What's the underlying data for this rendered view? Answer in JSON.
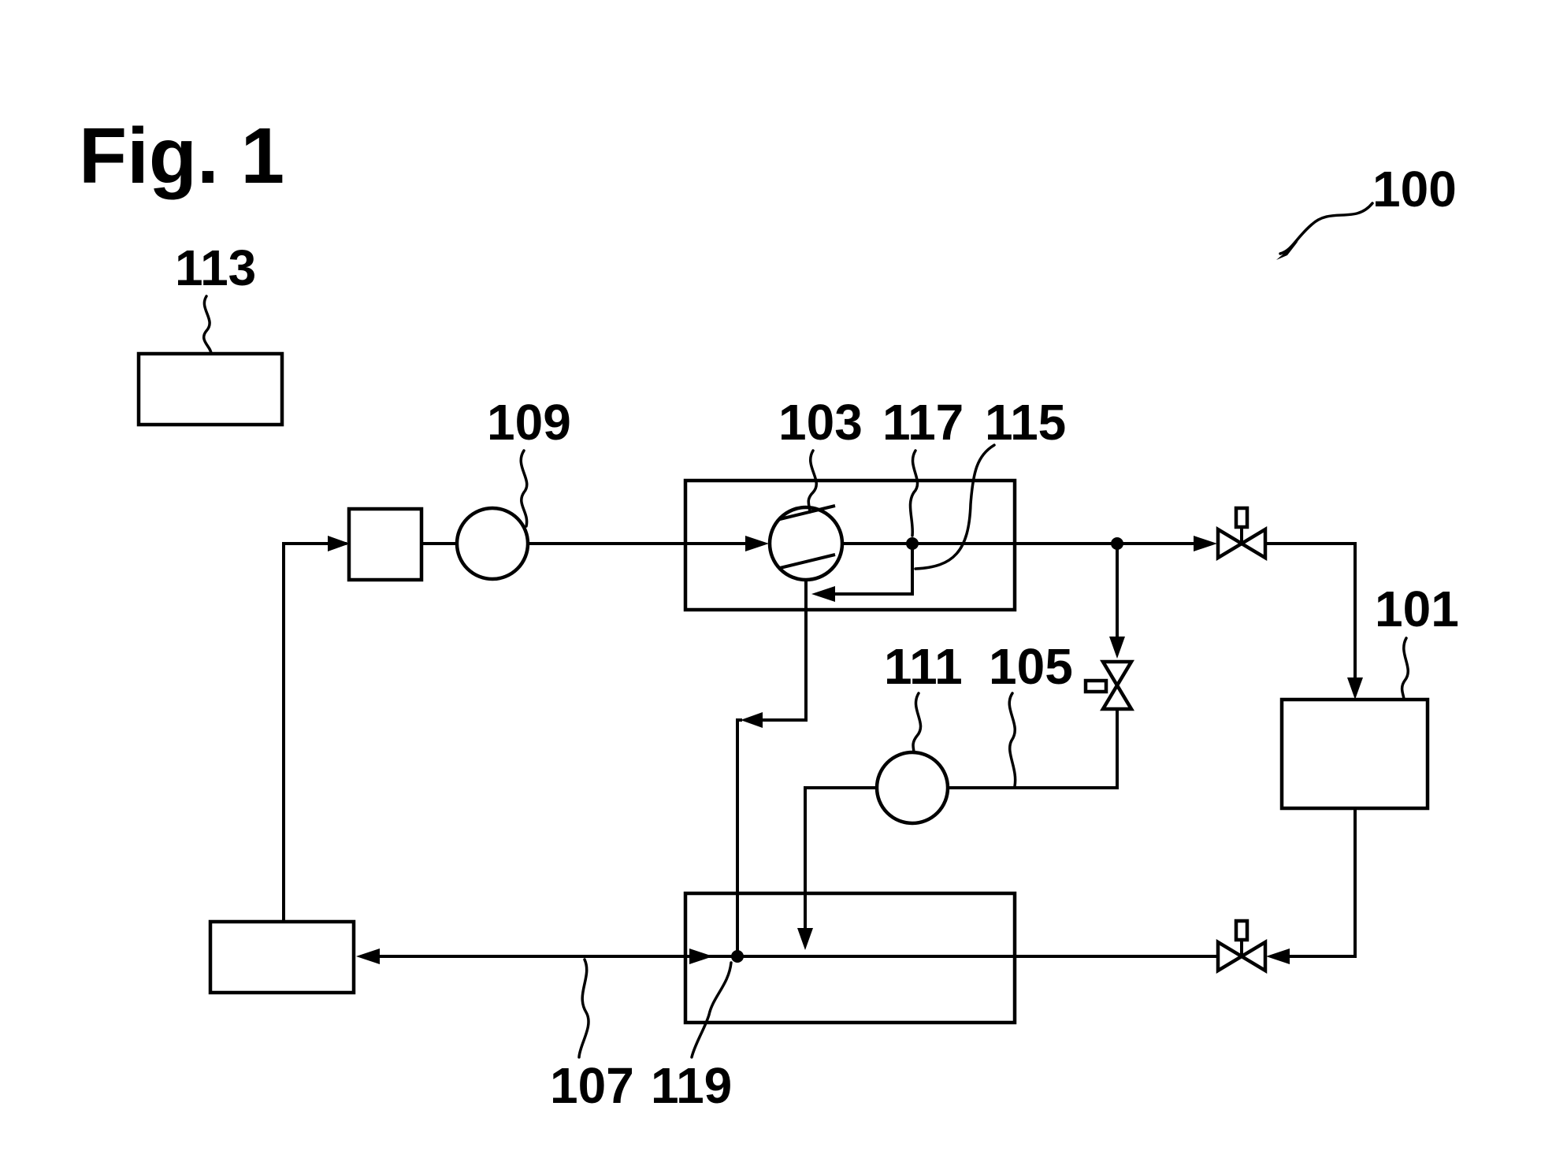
{
  "figure": {
    "title": "Fig. 1"
  },
  "labels": {
    "system": "100",
    "unit_101": "101",
    "compressor": "103",
    "branch_105": "105",
    "line_107": "107",
    "sensor_109": "109",
    "sensor_111": "111",
    "controller": "113",
    "line_115": "115",
    "junction_117": "117",
    "junction_119": "119"
  }
}
